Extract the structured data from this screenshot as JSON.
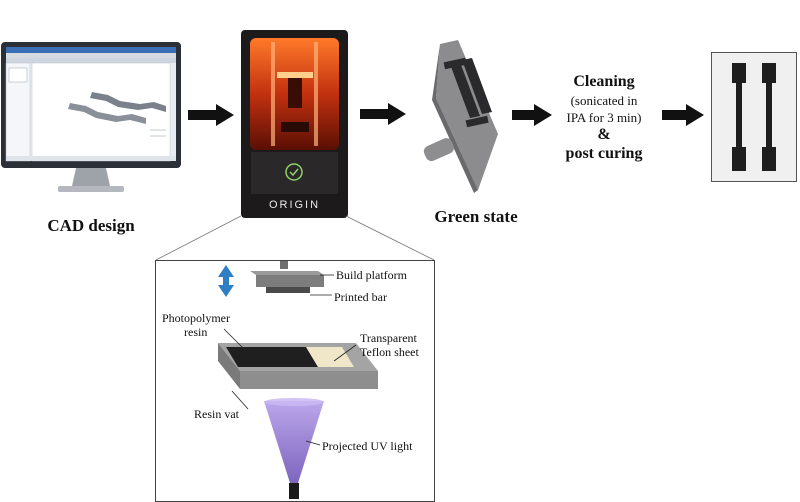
{
  "stages": {
    "cad": {
      "label": "CAD design"
    },
    "printer": {
      "brand": "ORIGIN"
    },
    "green": {
      "label": "Green state"
    },
    "cleaning": {
      "title": "Cleaning",
      "detail_line1": "(sonicated in",
      "detail_line2": "IPA for 3 min)",
      "ampersand": "&",
      "post": "post curing"
    }
  },
  "schematic": {
    "build_platform": "Build platform",
    "printed_bar": "Printed bar",
    "photopolymer_line1": "Photopolymer",
    "photopolymer_line2": "resin",
    "transparent_line1": "Transparent",
    "transparent_line2": "Teflon sheet",
    "resin_vat": "Resin vat",
    "uv_light": "Projected UV light"
  },
  "colors": {
    "arrow": "#111111",
    "printer_glow": "#e24a1c",
    "uv": "#9b7fd6",
    "double_arrow": "#2f7fc4"
  }
}
